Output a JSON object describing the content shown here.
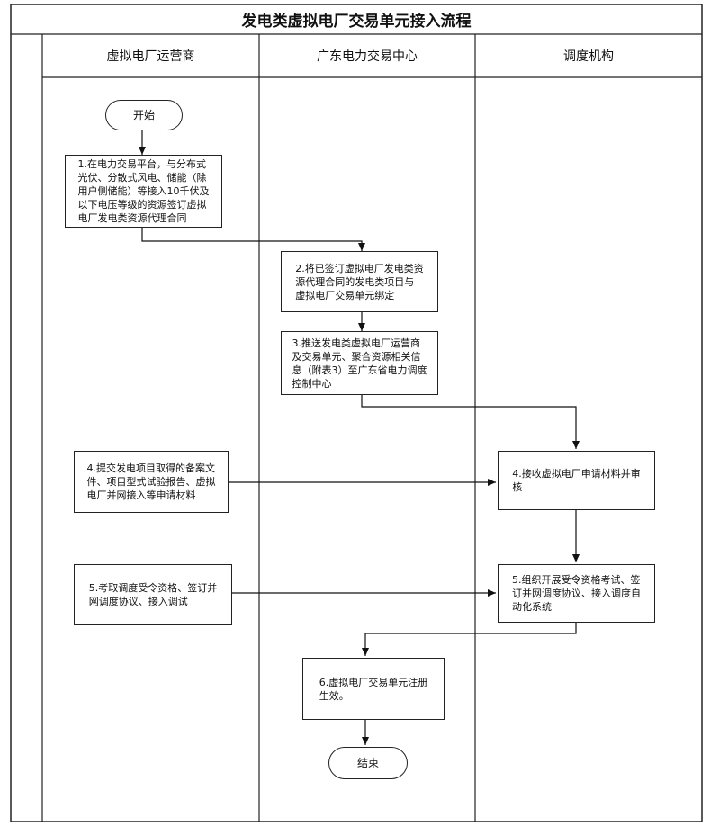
{
  "title": "发电类虚拟电厂交易单元接入流程",
  "lanes": [
    "虚拟电厂运营商",
    "广东电力交易中心",
    "调度机构"
  ],
  "nodes": {
    "start": "开始",
    "step1": "1.在电力交易平台，与分布式\n光伏、分散式风电、储能（除\n用户侧储能）等接入10千伏及\n以下电压等级的资源签订虚拟\n电厂发电类资源代理合同",
    "step2": "2.将已签订虚拟电厂发电类资\n源代理合同的发电类项目与\n虚拟电厂交易单元绑定",
    "step3": "3.推送发电类虚拟电厂运营商\n及交易单元、聚合资源相关信\n息（附表3）至广东省电力调度\n控制中心",
    "step4a": "4.提交发电项目取得的备案文\n件、项目型式试验报告、虚拟\n电厂并网接入等申请材料",
    "step4b": "4.接收虚拟电厂申请材料并审\n核",
    "step5a": "5.考取调度受令资格、签订并\n网调度协议、接入调试",
    "step5b": "5.组织开展受令资格考试、签\n订并网调度协议、接入调度自\n动化系统",
    "step6": "6.虚拟电厂交易单元注册\n生效。",
    "end": "结束"
  }
}
